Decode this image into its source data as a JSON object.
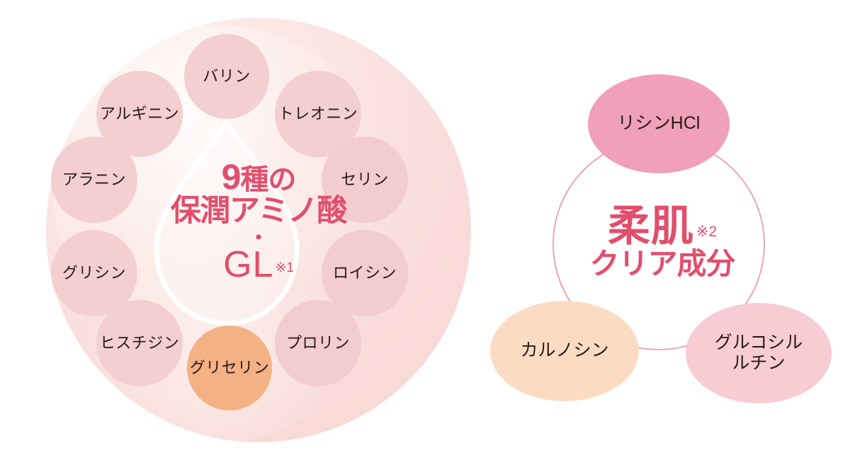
{
  "left_panel": {
    "name": "moisturizing-amino-acid-diagram",
    "center": {
      "line1_number": "9",
      "line1_rest": "種の",
      "line2": "保潤アミノ酸",
      "separator": "・",
      "line3": "GL",
      "footnote": "※1"
    },
    "bubbles": [
      {
        "label": "バリン",
        "color": "#f4cfd0",
        "kind": "amino-acid"
      },
      {
        "label": "トレオニン",
        "color": "#f4cfd0",
        "kind": "amino-acid"
      },
      {
        "label": "セリン",
        "color": "#f3cccd",
        "kind": "amino-acid"
      },
      {
        "label": "ロイシン",
        "color": "#f3cccd",
        "kind": "amino-acid"
      },
      {
        "label": "プロリン",
        "color": "#f3cccd",
        "kind": "amino-acid"
      },
      {
        "label": "グリセリン",
        "color": "#f4b184",
        "kind": "humectant"
      },
      {
        "label": "ヒスチジン",
        "color": "#f4cfd0",
        "kind": "amino-acid"
      },
      {
        "label": "グリシン",
        "color": "#f4cfd0",
        "kind": "amino-acid"
      },
      {
        "label": "アラニン",
        "color": "#f4cfd0",
        "kind": "amino-acid"
      },
      {
        "label": "アルギニン",
        "color": "#f4cfd0",
        "kind": "amino-acid"
      }
    ]
  },
  "right_panel": {
    "name": "clear-skin-ingredient-diagram",
    "center": {
      "line1": "柔肌",
      "footnote": "※2",
      "line2": "クリア成分"
    },
    "bubbles": [
      {
        "label": "リシンHCl",
        "color": "#f0a0b8",
        "position": "top"
      },
      {
        "label": "カルノシン",
        "color": "#fbdcc3",
        "position": "bottom-left"
      },
      {
        "label_line1": "グルコシル",
        "label_line2": "ルチン",
        "color": "#f7ccd2",
        "position": "bottom-right"
      }
    ],
    "ring_color": "#eba4bb"
  },
  "colors": {
    "accent_rose": "#e14f6d",
    "disc_background": "#fae1de",
    "bubble_pink": "#f4cfd0",
    "bubble_peach": "#f4b184",
    "text_dark": "#241a18",
    "page_background": "#ffffff"
  }
}
